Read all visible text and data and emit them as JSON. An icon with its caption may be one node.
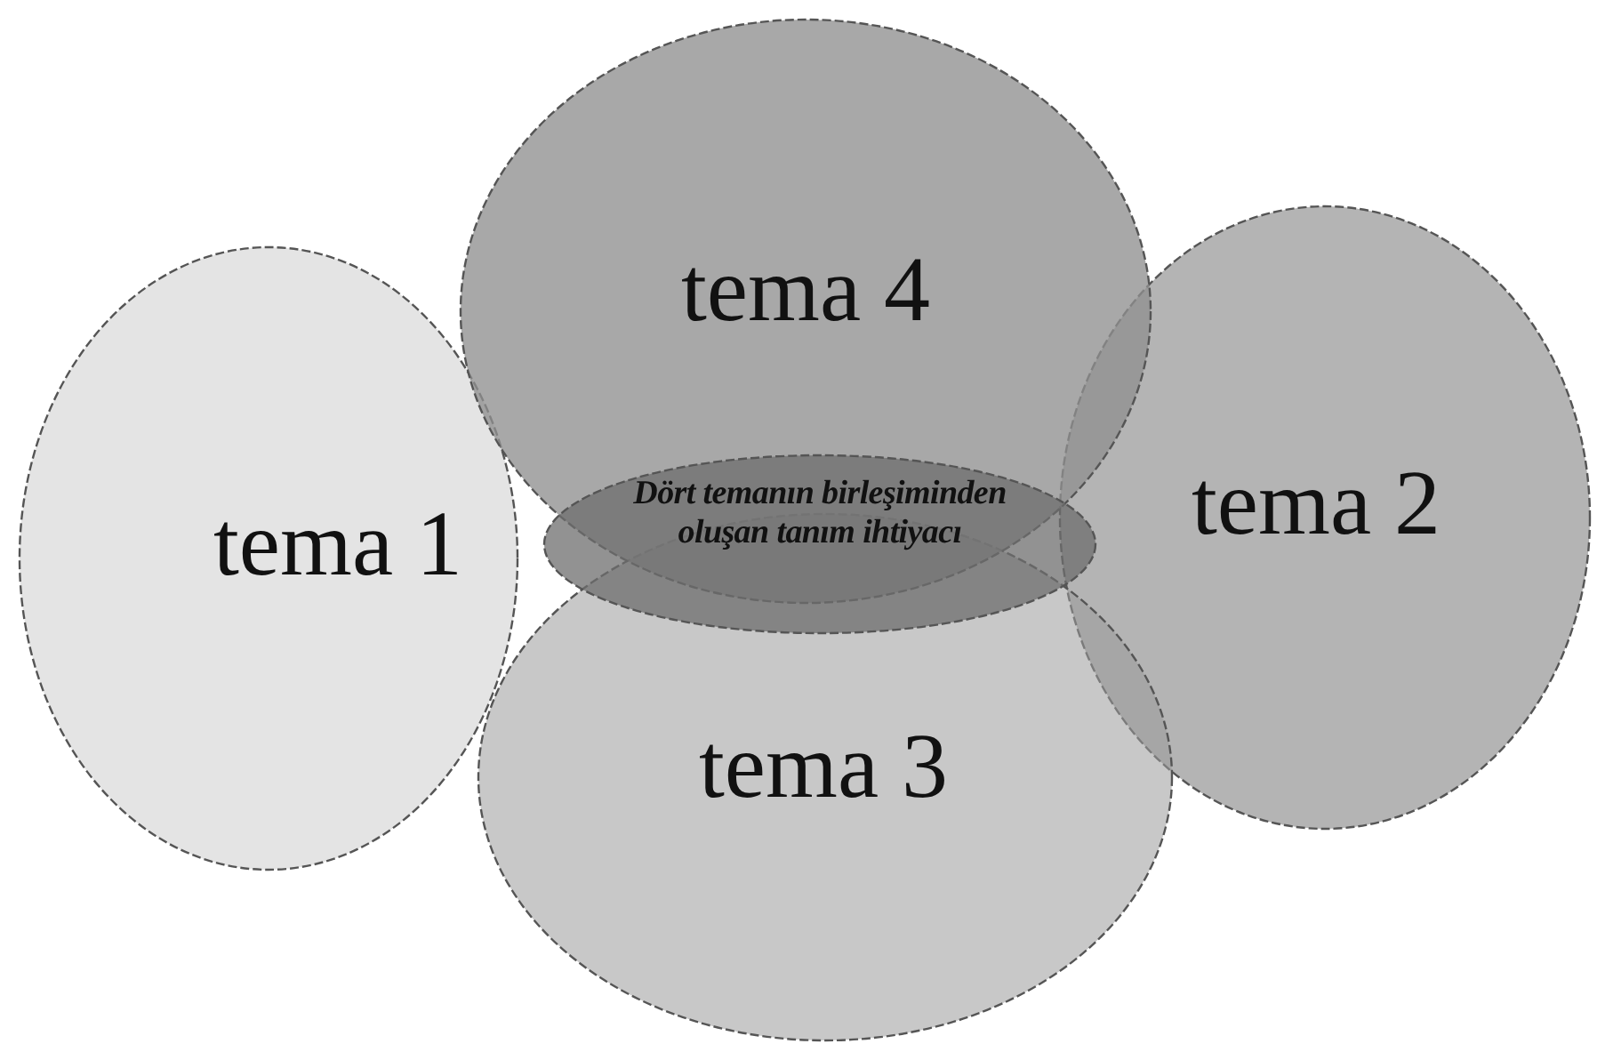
{
  "diagram": {
    "nodes": [
      {
        "text": [
          "tema 4"
        ]
      },
      {
        "text": [
          "tema 1"
        ]
      },
      {
        "text": [
          "Dört temanın birleşiminden oluşan tanım ihtiyacı"
        ]
      },
      {
        "text": [
          "tema 2"
        ]
      },
      {
        "text": [
          "tema 3"
        ]
      }
    ]
  }
}
